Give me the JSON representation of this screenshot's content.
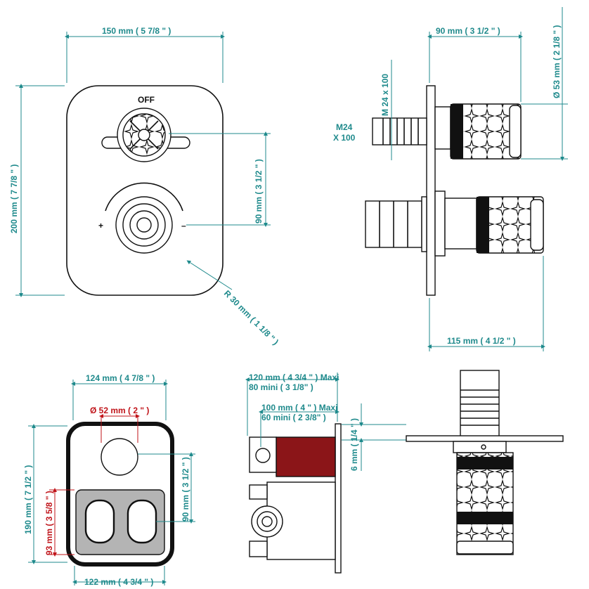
{
  "labels": {
    "front_width": "150 mm ( 5 7/8 \" )",
    "front_height": "200 mm ( 7 7/8 \" )",
    "handle_spacing": "90 mm ( 3 1/2 \" )",
    "corner_radius": "R 30 mm ( 1 1/8 \" )",
    "off_mark": "OFF",
    "plus_mark": "+",
    "minus_mark": "–",
    "side_depth": "90 mm ( 3 1/2 \" )",
    "side_diameter": "Ø 53 mm ( 2 1/8 \" )",
    "thread_spec": "M 24 x 100",
    "thread_callout_1": "M24",
    "thread_callout_2": "X 100",
    "side_total": "115 mm ( 4 1/2 \" )",
    "box_width": "124 mm ( 4 7/8 \" )",
    "hole_diameter": "Ø 52 mm ( 2 \" )",
    "box_height": "190 mm ( 7 1/2 \" )",
    "box_spacing": "90 mm ( 3 1/2 \" )",
    "box_inner_height": "93 mm ( 3 5/8 \" )",
    "box_inner_width": "122 mm ( 4 3/4 \" )",
    "depth_max_1": "120 mm ( 4 3/4 \" )  Maxi",
    "depth_min_1": "80 mini  ( 3 1/8\" )",
    "depth_max_2": "100 mm ( 4 \" )  Maxi",
    "depth_min_2": "60 mini  ( 2 3/8\" )",
    "plate_thickness": "6 mm ( 1/4 \" )"
  },
  "colors": {
    "dimension": "#1f8a8c",
    "accent_red": "#c0141a",
    "valve_body": "#8b1518",
    "insert_gray": "#b4b4b4"
  }
}
